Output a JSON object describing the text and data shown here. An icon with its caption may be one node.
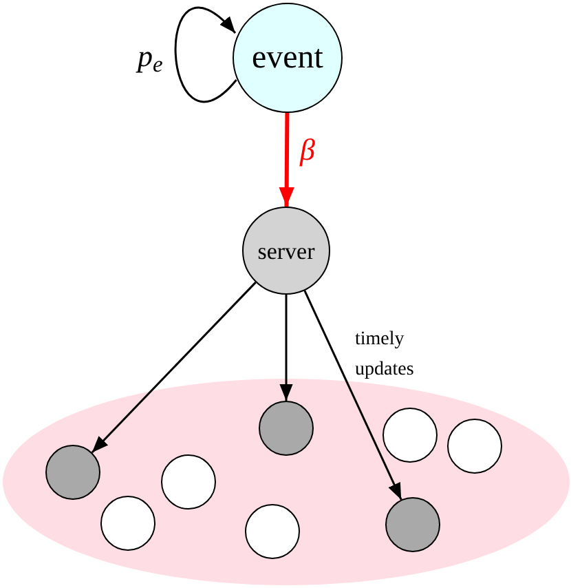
{
  "diagram": {
    "nodes": [
      {
        "text": [
          "event"
        ]
      },
      {
        "text": [
          "server"
        ]
      },
      {
        "text": [],
        "shape": "ellipse"
      },
      {
        "text": [],
        "shape": "circle",
        "in": 2
      },
      {
        "text": [],
        "shape": "circle",
        "in": 2
      },
      {
        "text": [],
        "shape": "circle",
        "in": 2
      },
      {
        "text": [],
        "shape": "circle",
        "in": 2
      },
      {
        "text": [],
        "shape": "circle",
        "in": 2
      },
      {
        "text": [],
        "shape": "circle",
        "in": 2
      },
      {
        "text": [],
        "shape": "circle",
        "in": 2
      },
      {
        "text": [],
        "shape": "circle",
        "in": 2
      }
    ],
    "edges": [
      {
        "from": 0,
        "to": 0,
        "arrow": "to",
        "label": "p$_{e}$"
      },
      {
        "from": 0,
        "to": 1,
        "arrow": "to",
        "label": "β",
        "style": "thick",
        "color": "#ff0000"
      },
      {
        "from": 1,
        "to": 3,
        "arrow": "to"
      },
      {
        "from": 1,
        "to": 7,
        "arrow": "to"
      },
      {
        "from": 1,
        "to": 9,
        "arrow": "to",
        "label": "timely updates"
      }
    ]
  }
}
